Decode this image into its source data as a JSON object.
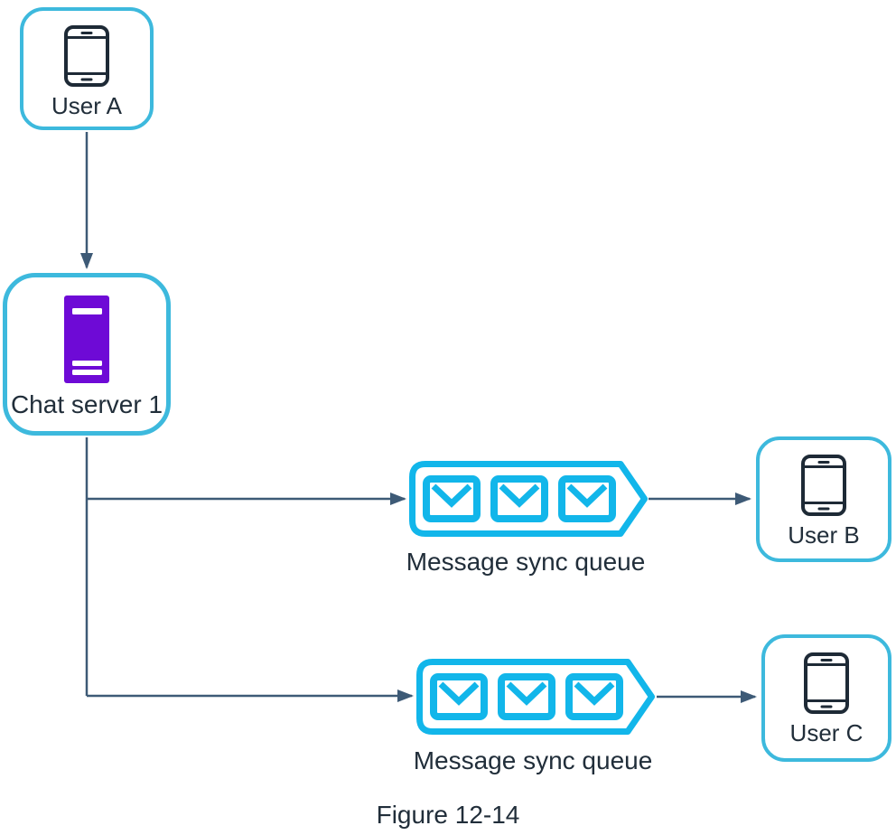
{
  "figure": {
    "caption": "Figure 12-14"
  },
  "diagram": {
    "nodes": {
      "user_a": {
        "label": "User A",
        "icon": "smartphone-icon"
      },
      "chat_server_1": {
        "label": "Chat server 1",
        "icon": "server-icon"
      },
      "queue_top": {
        "label": "Message sync queue",
        "icon": "mail-queue-icon",
        "envelope_count": 3
      },
      "queue_bottom": {
        "label": "Message sync queue",
        "icon": "mail-queue-icon",
        "envelope_count": 3
      },
      "user_b": {
        "label": "User B",
        "icon": "smartphone-icon"
      },
      "user_c": {
        "label": "User C",
        "icon": "smartphone-icon"
      }
    },
    "edges": [
      {
        "from": "User A",
        "to": "Chat server 1"
      },
      {
        "from": "Chat server 1",
        "to": "Message sync queue (top)"
      },
      {
        "from": "Chat server 1",
        "to": "Message sync queue (bottom)"
      },
      {
        "from": "Message sync queue (top)",
        "to": "User B"
      },
      {
        "from": "Message sync queue (bottom)",
        "to": "User C"
      }
    ],
    "colors": {
      "background": "#ffffff",
      "node_border": "#3db9dd",
      "queue_stroke": "#12b6ea",
      "arrow": "#3d5a76",
      "server_fill": "#6e0ad6",
      "phone_stroke": "#1e2a36",
      "text": "#212e3a"
    }
  }
}
